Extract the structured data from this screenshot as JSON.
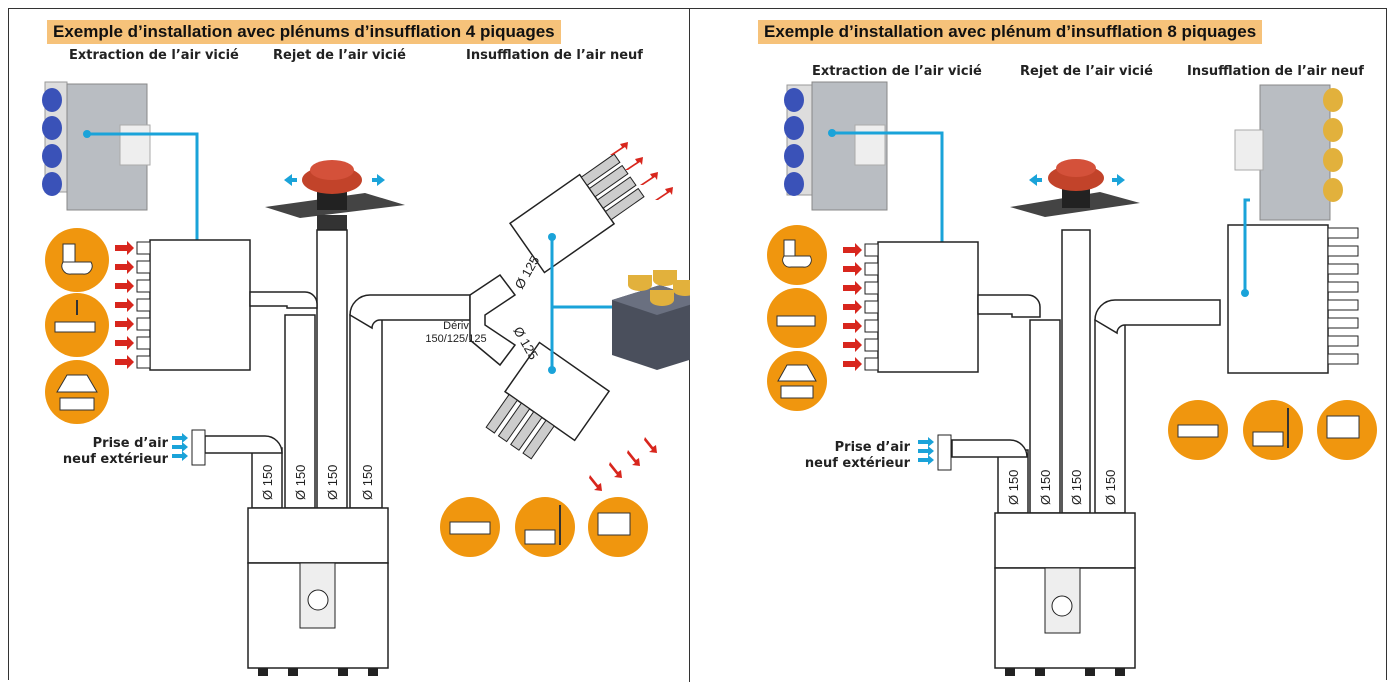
{
  "left": {
    "title": "Exemple d’installation avec plénums d’insufflation 4 piquages",
    "headers": {
      "extraction": "Extraction de l’air vicié",
      "rejet": "Rejet de l’air vicié",
      "insufflation": "Insufflation de l’air neuf"
    },
    "prise_line1": "Prise d’air",
    "prise_line2": "neuf extérieur",
    "deriv_line1": "Dériv",
    "deriv_line2": "150/125/125",
    "diam_150": "Ø 150",
    "diam_125": "Ø 125"
  },
  "right": {
    "title": "Exemple d’installation avec plénum d’insufflation 8 piquages",
    "headers": {
      "extraction": "Extraction de l’air vicié",
      "rejet": "Rejet de l’air vicié",
      "insufflation": "Insufflation de l’air neuf"
    },
    "prise_line1": "Prise d’air",
    "prise_line2": "neuf extérieur",
    "diam_150": "Ø 150"
  },
  "colors": {
    "title_bg": "#f6c27a",
    "blue_line": "#1aa3d9",
    "red_arrow": "#d8261d",
    "orange_icon": "#f0960e",
    "rooftop": "#c2432a",
    "spigot_yellow": "#e2b13c",
    "spigot_blue": "#3a52b8"
  },
  "icons": [
    "toilet-icon",
    "shower-icon",
    "kitchen-hood-icon",
    "bed-icon",
    "lamp-icon",
    "laptop-icon"
  ]
}
